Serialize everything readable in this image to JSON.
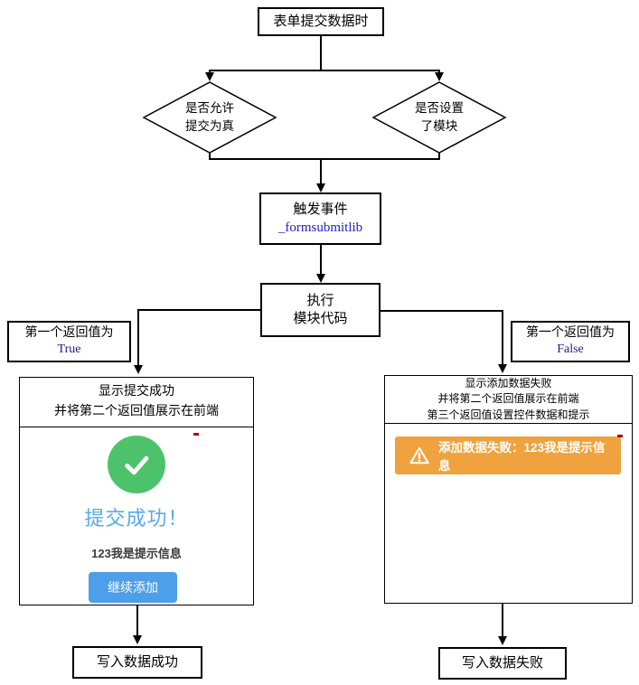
{
  "flowchart": {
    "top_box": "表单提交数据时",
    "diamond_left": {
      "line1": "是否允许",
      "line2": "提交为真"
    },
    "diamond_right": {
      "line1": "是否设置",
      "line2": "了模块"
    },
    "trigger_box": {
      "line1": "触发事件",
      "line2": "_formsubmitlib"
    },
    "execute_box": {
      "line1": "执行",
      "line2": "模块代码"
    },
    "label_true": {
      "line1": "第一个返回值为",
      "line2": "True"
    },
    "label_false": {
      "line1": "第一个返回值为",
      "line2": "False"
    },
    "success_panel": {
      "header_line1": "显示提交成功",
      "header_line2": "并将第二个返回值展示在前端",
      "title": "提交成功！",
      "message": "123我是提示信息",
      "button_label": "继续添加",
      "icon": "check-icon"
    },
    "fail_panel": {
      "header_line1": "显示添加数据失败",
      "header_line2": "并将第二个返回值展示在前端",
      "header_line3": "第三个返回值设置控件数据和提示",
      "alert_text": "添加数据失败：123我是提示信息",
      "icon": "warning-triangle-icon"
    },
    "bottom_left_box": "写入数据成功",
    "bottom_right_box": "写入数据失败"
  },
  "colors": {
    "success_green": "#4cc36b",
    "title_blue": "#54a9f0",
    "button_blue": "#4d9fea",
    "alert_orange": "#efa23d",
    "code_blue": "#2222cc",
    "english_navy": "#1b1b8c",
    "line_black": "#000000"
  }
}
